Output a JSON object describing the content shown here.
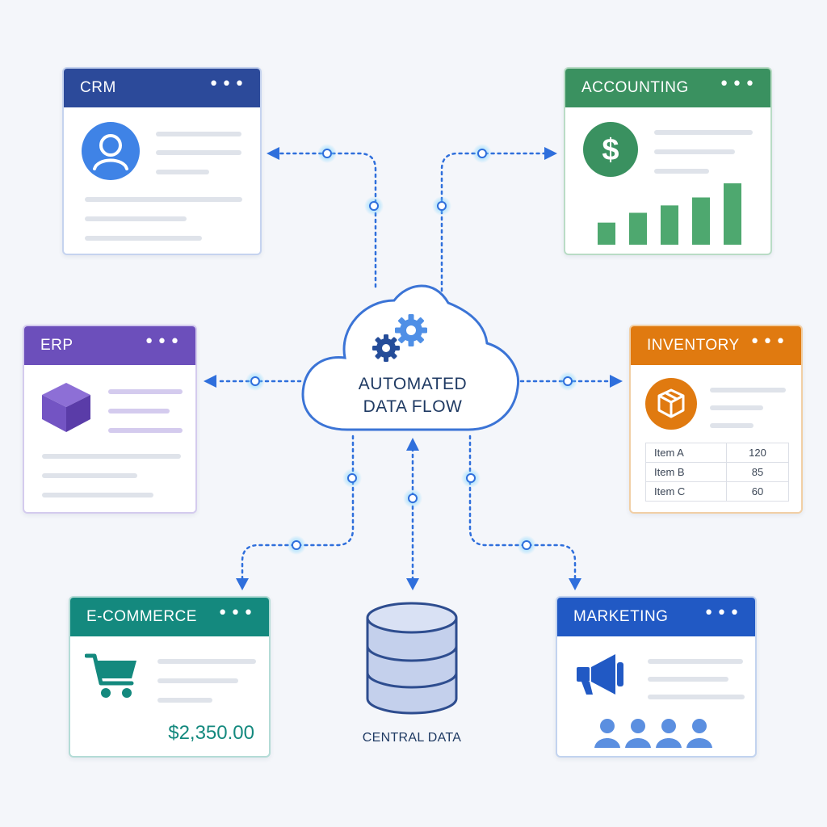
{
  "colors": {
    "crm": "#2c4a9a",
    "accounting": "#3a9160",
    "erp": "#6c4fbb",
    "inventory": "#e07a10",
    "ecommerce": "#14897e",
    "marketing": "#2159c4",
    "connector": "#2f6fdc",
    "cloud_stroke": "#3b74d6"
  },
  "cloud": {
    "line1": "AUTOMATED",
    "line2": "DATA FLOW",
    "icon": "gears-icon"
  },
  "database": {
    "label": "CENTRAL DATA",
    "icon": "database-icon"
  },
  "cards": {
    "crm": {
      "title": "CRM",
      "menu": "•••",
      "icon": "user-avatar-icon"
    },
    "accounting": {
      "title": "ACCOUNTING",
      "menu": "•••",
      "icon": "dollar-icon",
      "bar_levels": [
        0.36,
        0.52,
        0.64,
        0.77,
        1.0
      ]
    },
    "erp": {
      "title": "ERP",
      "menu": "•••",
      "icon": "cube-icon"
    },
    "inventory": {
      "title": "INVENTORY",
      "menu": "•••",
      "icon": "box-icon",
      "items": [
        {
          "name": "Item A",
          "qty": "120"
        },
        {
          "name": "Item B",
          "qty": "85"
        },
        {
          "name": "Item C",
          "qty": "60"
        }
      ]
    },
    "ecommerce": {
      "title": "E-COMMERCE",
      "menu": "•••",
      "icon": "cart-icon",
      "price": "$2,350.00"
    },
    "marketing": {
      "title": "MARKETING",
      "menu": "•••",
      "icon": "megaphone-icon",
      "audience_icon": "audience-icon"
    }
  }
}
